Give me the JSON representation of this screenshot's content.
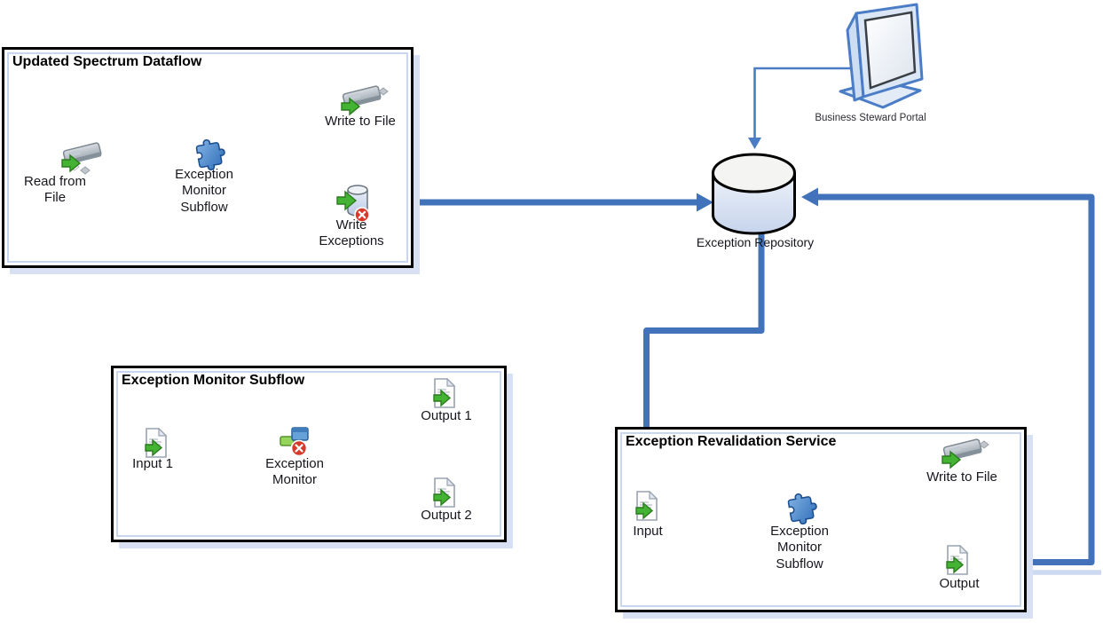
{
  "boxes": {
    "dataflow": {
      "title": "Updated Spectrum Dataflow",
      "nodes": {
        "read_from_file": "Read from\nFile",
        "subflow": "Exception\nMonitor\nSubflow",
        "write_to_file": "Write to File",
        "write_exceptions": "Write\nExceptions"
      }
    },
    "subflow": {
      "title": "Exception Monitor Subflow",
      "nodes": {
        "input1": "Input 1",
        "monitor": "Exception\nMonitor",
        "output1": "Output 1",
        "output2": "Output 2"
      }
    },
    "service": {
      "title": "Exception Revalidation Service",
      "nodes": {
        "input": "Input",
        "subflow": "Exception\nMonitor\nSubflow",
        "write_to_file": "Write to File",
        "output": "Output"
      }
    }
  },
  "external": {
    "portal": "Business Steward Portal",
    "repository": "Exception Repository"
  },
  "colors": {
    "arrow_blue": "#4272ba",
    "arrow_shadow_blue": "#ccd9f0",
    "portal_outline": "#4a7dc5",
    "connector_gray": "#4a4a4a",
    "green_arrow": "#44b233",
    "red_badge": "#d8392b",
    "puzzle_blue": "#2a6bb8"
  }
}
